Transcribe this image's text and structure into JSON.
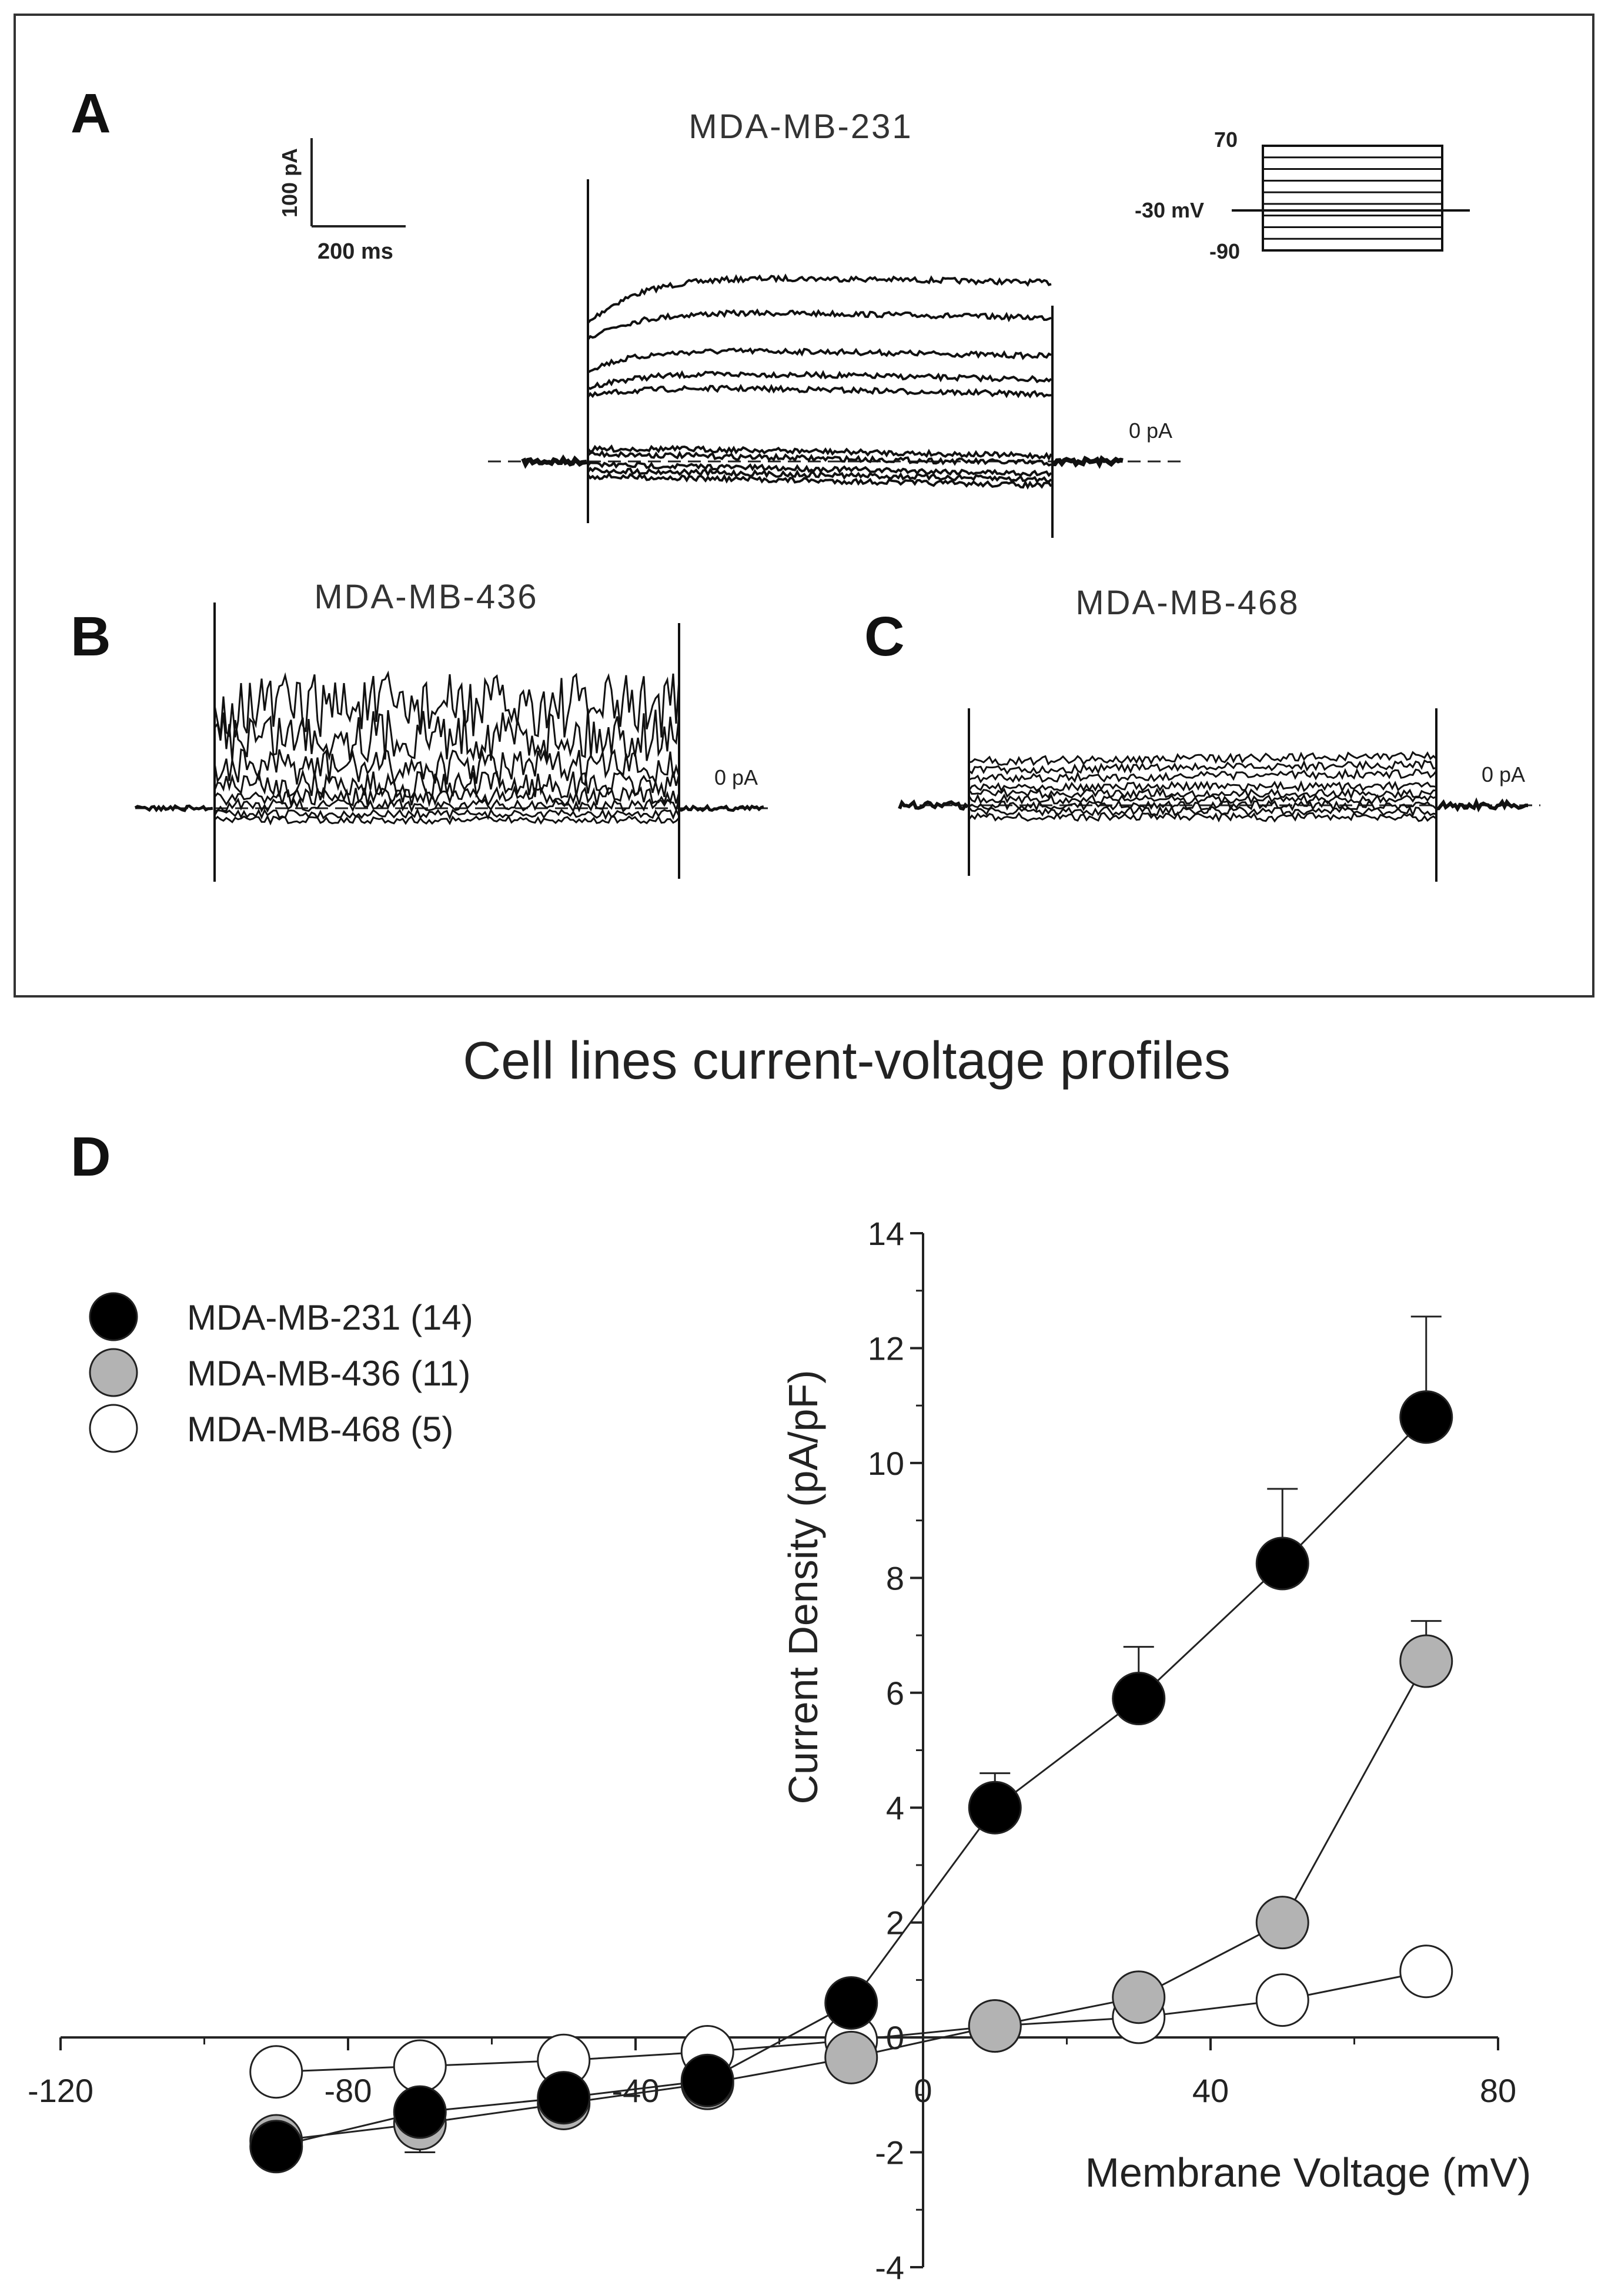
{
  "panels": {
    "a": {
      "letter": "A",
      "title": "MDA-MB-231",
      "scalebar_y": "100 pA",
      "scalebar_x": "200 ms",
      "zero_label": "0 pA",
      "protocol": {
        "top": "70",
        "hold": "-30 mV",
        "bottom": "-90"
      }
    },
    "b": {
      "letter": "B",
      "title": "MDA-MB-436",
      "zero_label": "0 pA"
    },
    "c": {
      "letter": "C",
      "title": "MDA-MB-468",
      "zero_label": "0 pA"
    }
  },
  "heading": "Cell lines current-voltage profiles",
  "panel_d_letter": "D",
  "chart_data": {
    "type": "scatter",
    "xlabel": "Membrane Voltage (mV)",
    "ylabel": "Current Density (pA/pF)",
    "xlim": [
      -120,
      80
    ],
    "ylim": [
      -4,
      14
    ],
    "xticks": [
      -120,
      -80,
      -40,
      0,
      40,
      80
    ],
    "yticks": [
      -4,
      -2,
      0,
      2,
      4,
      6,
      8,
      10,
      12,
      14
    ],
    "grid": false,
    "legend_position": "top-left",
    "series": [
      {
        "name": "MDA-MB-231 (14)",
        "color": "#000000",
        "x": [
          -90,
          -70,
          -50,
          -30,
          -10,
          10,
          30,
          50,
          70
        ],
        "y": [
          -1.9,
          -1.3,
          -1.05,
          -0.75,
          0.6,
          4.0,
          5.9,
          8.25,
          10.8
        ],
        "err": [
          0.1,
          0.15,
          0.15,
          0.1,
          0.1,
          0.6,
          0.9,
          1.3,
          1.75
        ]
      },
      {
        "name": "MDA-MB-436 (11)",
        "color": "#b3b3b3",
        "x": [
          -90,
          -70,
          -50,
          -30,
          -10,
          10,
          30,
          50,
          70
        ],
        "y": [
          -1.8,
          -1.5,
          -1.15,
          -0.8,
          -0.35,
          0.2,
          0.7,
          2.0,
          6.55
        ],
        "err": [
          0.1,
          0.5,
          0.35,
          0.1,
          0.1,
          0.1,
          0.1,
          0.4,
          0.7
        ]
      },
      {
        "name": "MDA-MB-468 (5)",
        "color": "#ffffff",
        "x": [
          -90,
          -70,
          -50,
          -30,
          -10,
          10,
          30,
          50,
          70
        ],
        "y": [
          -0.6,
          -0.5,
          -0.4,
          -0.25,
          -0.05,
          0.2,
          0.35,
          0.65,
          1.15
        ],
        "err": [
          0.05,
          0.05,
          0.05,
          0.05,
          0.05,
          0.05,
          0.05,
          0.05,
          0.05
        ]
      }
    ]
  }
}
